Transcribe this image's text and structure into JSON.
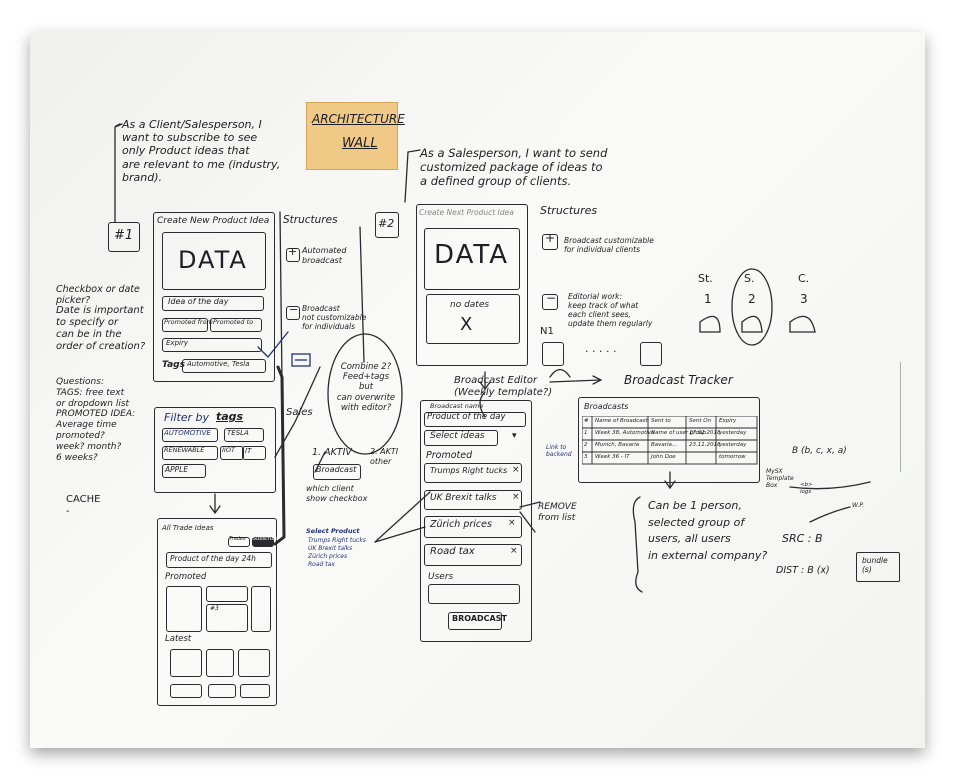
{
  "note": {
    "line1": "ARCHITECTURE",
    "line2": "WALL"
  },
  "story1": "As a Client/Salesperson, I\nwant to subscribe to see\nonly Product ideas that\nare relevant to me (industry,\nbrand).",
  "story2": "As a Salesperson, I want to send\ncustomized package of ideas to\na defined group of clients.",
  "numbers": {
    "n1": "#1",
    "n2": "#2"
  },
  "wf1": {
    "title": "Create New Product Idea",
    "data": "DATA",
    "field_idea": "Idea of the day",
    "promoted_from": "Promoted from",
    "promoted_to": "Promoted to",
    "expiry": "Expiry",
    "tags_label": "Tags",
    "tags_value": "Automotive, Tesla"
  },
  "left_notes": {
    "checkbox": "Checkbox or date\npicker?",
    "date": "Date is important\nto specify or\ncan be in the\norder of creation?",
    "questions": "Questions:\n  TAGS: free text\n  or dropdown list\n  PROMOTED IDEA:\n    Average time\n    promoted?\n    week? month?\n    6 weeks?",
    "cache": "CACHE\n  -"
  },
  "structures1": {
    "title": "Structures",
    "item1": "Automated\nbroadcast",
    "item2": "Broadcast\nnot customizable\nfor individuals"
  },
  "bubble": "Combine 2?\nFeed+tags\nbut\ncan overwrite\nwith editor?",
  "filter": {
    "title": "Filter by",
    "tags": "tags",
    "chips": [
      "AUTOMOTIVE",
      "TESLA",
      "RENEWABLE",
      "IIOT",
      "IT",
      "APPLE"
    ]
  },
  "sales_label": "Sales",
  "aktiv": {
    "one": "1. AKTIV",
    "two": "2. AKTI\nother",
    "broadcast": "Broadcast",
    "which": "which client\nshow checkbox"
  },
  "select_product": {
    "title": "Select Product",
    "items": [
      "Trumps Right tucks",
      "UK Brexit talks",
      "Zürich prices",
      "Road tax"
    ]
  },
  "all_trade": {
    "title": "All Trade Ideas",
    "btn1": "Trades",
    "btn2": "Subscribe",
    "product_day": "Product of the day 24h",
    "promoted": "Promoted",
    "latest": "Latest",
    "num": "#3"
  },
  "wf2": {
    "title": "Create Next Product Idea",
    "data": "DATA",
    "no_dates": "no dates",
    "x_mark": "X"
  },
  "structures2": {
    "title": "Structures",
    "item1": "Broadcast customizable\nfor individual clients",
    "item2": "Editorial work:\nkeep track of what\neach client sees,\nupdate them regularly",
    "n1": "N1",
    "dots": ". . . . ."
  },
  "editor": {
    "title": "Broadcast Editor\n(Weekly template?)",
    "broadcast_name": "Broadcast name",
    "product_day": "Product of the day",
    "select_ideas": "Select ideas",
    "promoted": "Promoted",
    "items": [
      "Trumps Right tucks",
      "UK Brexit talks",
      "Zürich prices",
      "Road tax"
    ],
    "users": "Users",
    "button": "BROADCAST",
    "link_note": "Link to\nbackend",
    "remove": "REMOVE\nfrom list"
  },
  "tracker": {
    "title": "Broadcast Tracker",
    "table_title": "Broadcasts",
    "headers": [
      "#",
      "Name of Broadcast",
      "Sent to",
      "Sent On",
      "Expiry"
    ],
    "rows": [
      [
        "1",
        "Week 38, Automotive",
        "Name of user group",
        "17.02.2018",
        "yesterday"
      ],
      [
        "2",
        "Munich, Bavaria",
        "Bavaria...",
        "23.11.2018",
        "yesterday"
      ],
      [
        "3",
        "Week 36 - IT",
        "John Doe",
        "",
        "tomorrow"
      ]
    ]
  },
  "can_be": "Can be 1 person,\nselected group of\nusers, all users\nin external company?",
  "sc": {
    "st": "St.",
    "s": "S.",
    "c": "C.",
    "n1": "1",
    "n2": "2",
    "n3": "3"
  },
  "right_notes": {
    "b_formula": "B (b, c, x, a)",
    "template_box": "MySX\nTemplate\nBox",
    "src": "SRC : B",
    "dist": "DIST : B (x)",
    "bundle": "bundle\n(s)",
    "small1": "<b>\nlogs",
    "wp": "W.P."
  }
}
